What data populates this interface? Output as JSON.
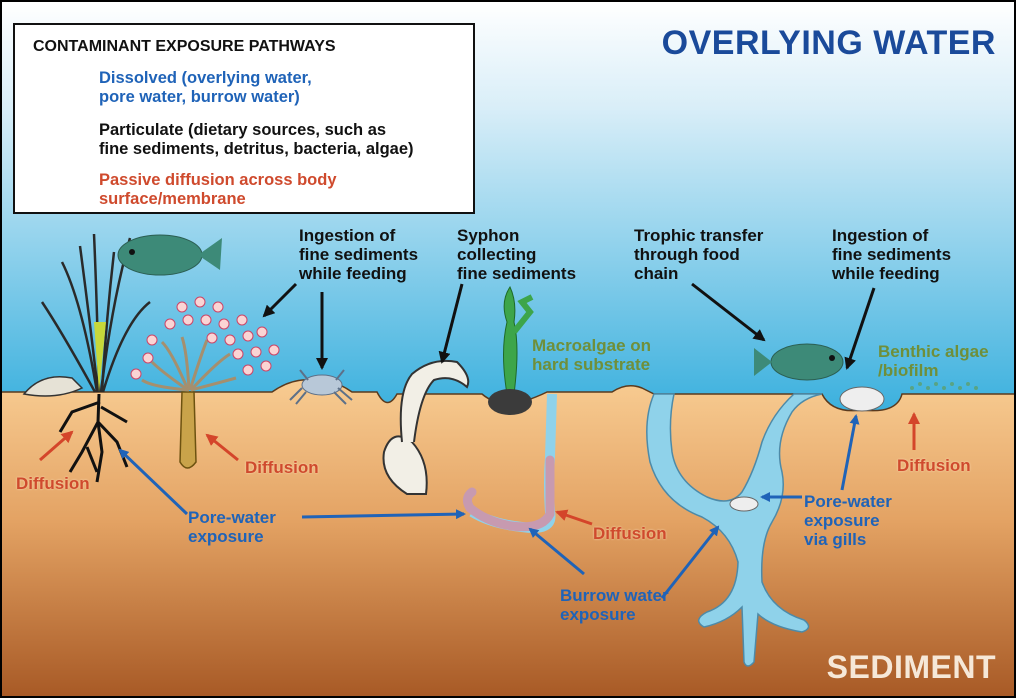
{
  "titles": {
    "water": "OVERLYING WATER",
    "sediment": "SEDIMENT"
  },
  "legend": {
    "title": "CONTAMINANT EXPOSURE PATHWAYS",
    "items": [
      {
        "text": "Dissolved (overlying water,\npore water, burrow water)",
        "color": "#1f63b8"
      },
      {
        "text": "Particulate (dietary sources, such as\nfine sediments, detritus, bacteria, algae)",
        "color": "#111111"
      },
      {
        "text": "Passive diffusion across body\nsurface/membrane",
        "color": "#cf4a2d"
      }
    ]
  },
  "labels": {
    "ingestion_left": "Ingestion of\nfine sediments\nwhile feeding",
    "syphon": "Syphon\ncollecting\nfine sediments",
    "trophic": "Trophic transfer\nthrough food\nchain",
    "ingestion_right": "Ingestion of\nfine sediments\nwhile feeding",
    "macroalgae": "Macroalgae on\nhard substrate",
    "benthic": "Benthic algae\n/biofilm",
    "diffusion_1": "Diffusion",
    "diffusion_2": "Diffusion",
    "diffusion_3": "Diffusion",
    "diffusion_4": "Diffusion",
    "porewater_left": "Pore-water\nexposure",
    "porewater_gills": "Pore-water\nexposure\nvia gills",
    "burrow": "Burrow water\nexposure"
  },
  "colors": {
    "water_top": "#e8f4fb",
    "water_bottom": "#3fb2de",
    "sediment_top": "#f6c88e",
    "sediment_bottom": "#b5672e",
    "blue_arrow": "#1f63b8",
    "red_arrow": "#d4452a",
    "black_arrow": "#111111",
    "burrow_fill": "#8fd2ea"
  }
}
